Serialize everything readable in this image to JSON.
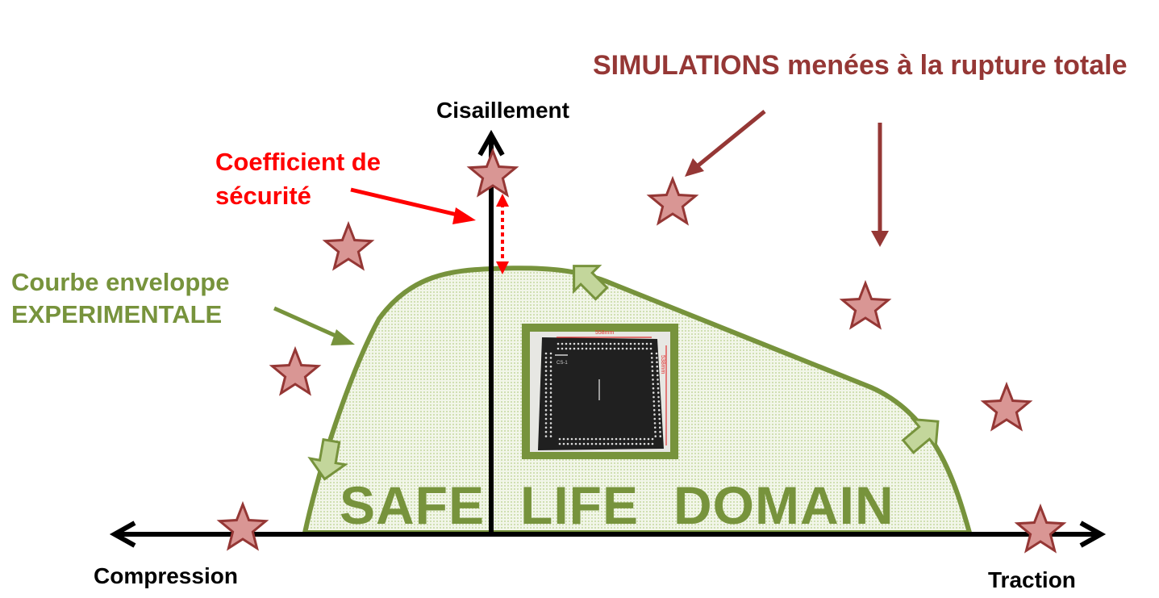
{
  "axes": {
    "y_label": "Cisaillement",
    "x_left_label": "Compression",
    "x_right_label": "Traction"
  },
  "labels": {
    "simulations": "SIMULATIONS menées à la rupture totale",
    "safety_factor_line1": "Coefficient de",
    "safety_factor_line2": "sécurité",
    "envelope_line1": "Courbe enveloppe",
    "envelope_line2": "EXPERIMENTALE"
  },
  "domain": {
    "words": [
      "SAFE",
      "LIFE",
      "DOMAIN"
    ]
  },
  "specimen_photo": {
    "width_label": "558mm",
    "height_label": "538mm",
    "corner_label": "CS-1"
  },
  "colors": {
    "axis": "#000000",
    "envelope": "#77933c",
    "envelope_fill": "#ebf1de",
    "star_fill": "#d99694",
    "star_stroke": "#953735",
    "simulation_text": "#953735",
    "safety_text": "#ff0000",
    "arrow_fill": "#c3d69b"
  }
}
